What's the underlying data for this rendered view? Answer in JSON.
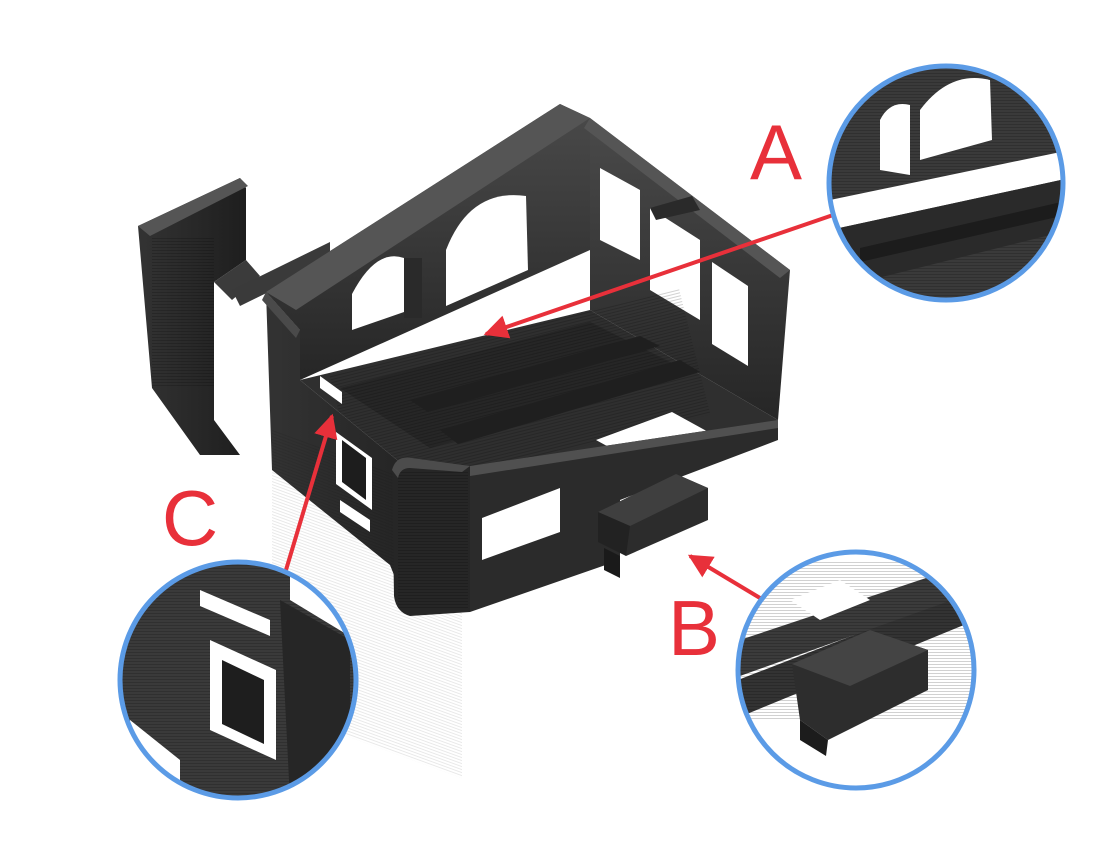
{
  "colors": {
    "background": "#ffffff",
    "arrow": "#e8303a",
    "label": "#e8303a",
    "lens_ring": "#5b9be6",
    "filament_dark": "#2b2b2b",
    "filament_mid": "#3a3a3a",
    "filament_light": "#5a5a5a"
  },
  "callouts": {
    "a": {
      "label": "A"
    },
    "b": {
      "label": "B"
    },
    "c": {
      "label": "C"
    }
  },
  "subject": {
    "icon": "3d-printed-holder",
    "material": "black-filament"
  }
}
